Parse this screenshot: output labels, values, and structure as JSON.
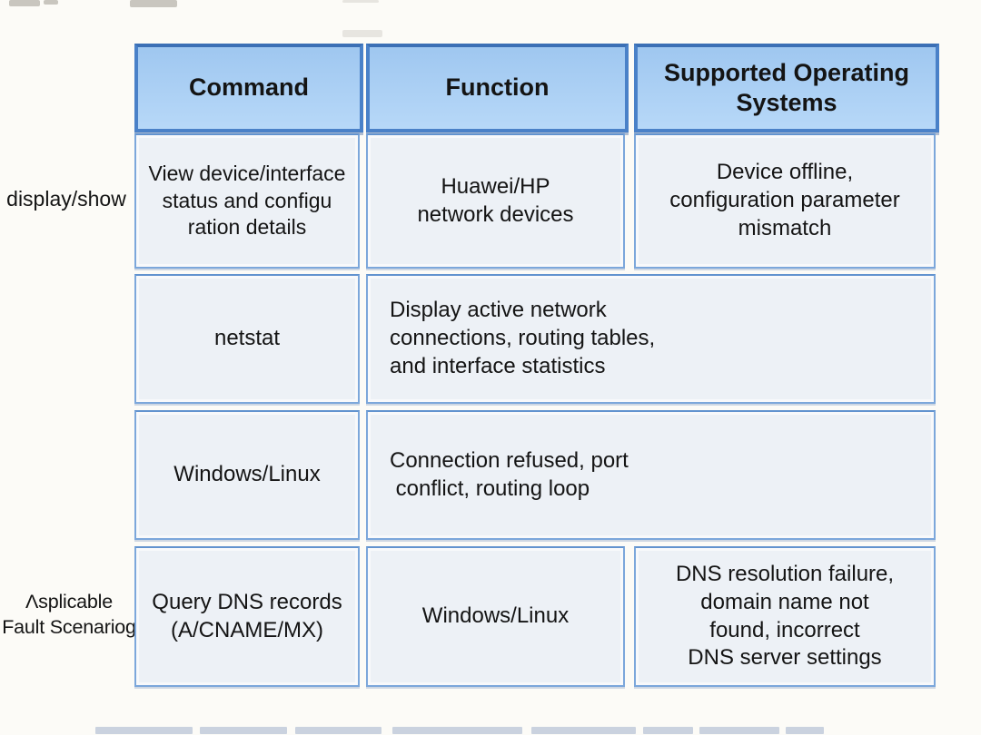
{
  "colors": {
    "canvas_bg": "#fcfbf7",
    "header_fill": "#a9cef3",
    "header_border": "#4a81c8",
    "cell_fill": "#edf1f6",
    "cell_border": "#7ca7db",
    "text": "#141414"
  },
  "table": {
    "headers": [
      {
        "label": "Command"
      },
      {
        "label": "Function"
      },
      {
        "label": "Supported Operating\nSystems"
      }
    ],
    "left_labels": [
      {
        "text": "display/show"
      },
      {
        "text": "Λsplicable\nFault Scenariog"
      }
    ],
    "rows": [
      {
        "cells": [
          {
            "text": "View device/interface\nstatus and configu\nration details"
          },
          {
            "text": "Huawei/HP\nnetwork devices"
          },
          {
            "text": "Device offline,\nconfiguration parameter\nmismatch"
          }
        ]
      },
      {
        "cells": [
          {
            "text": "netstat"
          },
          {
            "text": "Display active network\nconnections, routing tables,\nand interface statistics"
          }
        ]
      },
      {
        "cells": [
          {
            "text": "Windows/Linux"
          },
          {
            "text": "Connection refused, port\n conflict, routing loop"
          }
        ]
      },
      {
        "cells": [
          {
            "text": "Query DNS records\n(A/CNAME/MX)"
          },
          {
            "text": "Windows/Linux"
          },
          {
            "text": "DNS resolution failure,\ndomain name not\nfound, incorrect\nDNS server settings"
          }
        ]
      }
    ]
  }
}
